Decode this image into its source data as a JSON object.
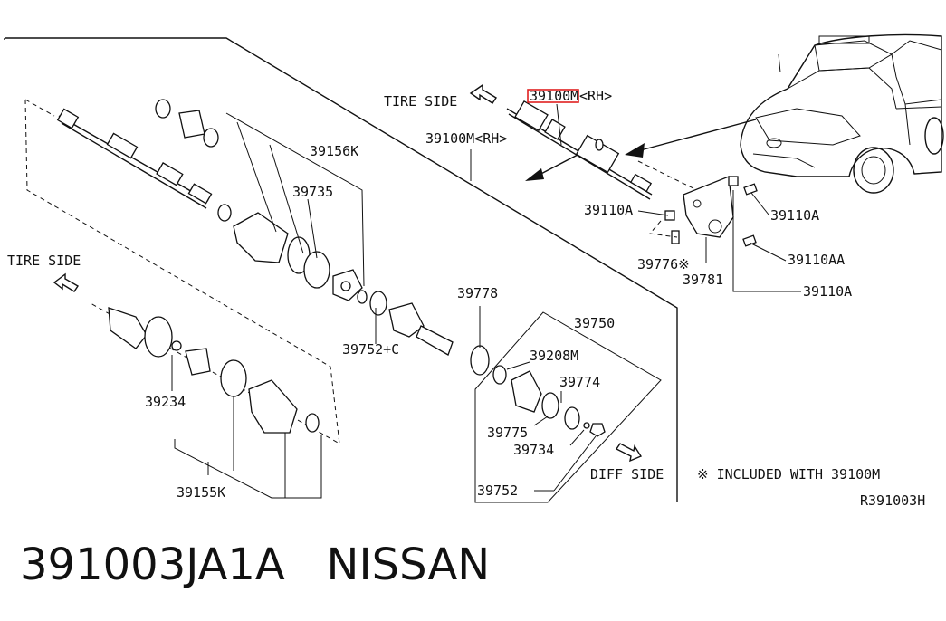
{
  "diagram": {
    "labels": {
      "tire_side_top": "TIRE SIDE",
      "tire_side_left": "TIRE SIDE",
      "diff_side": "DIFF SIDE",
      "p39100m_rh_highlight": "39100M",
      "p39100m_rh_highlight_suffix": "<RH>",
      "p39100m_rh": "39100M<RH>",
      "p39156k": "39156K",
      "p39735": "39735",
      "p39110a_1": "39110A",
      "p39110a_2": "39110A",
      "p39110a_3": "39110A",
      "p39110aa": "39110AA",
      "p39776": "39776※",
      "p39781": "39781",
      "p39778": "39778",
      "p39750": "39750",
      "p39752c": "39752+C",
      "p39208m": "39208M",
      "p39774": "39774",
      "p39775": "39775",
      "p39734": "39734",
      "p39752": "39752",
      "p39234": "39234",
      "p39155k": "39155K",
      "note": "※ INCLUDED WITH 39100M",
      "ref_code": "R391003H"
    },
    "highlight_color": "#e02020"
  },
  "footer": {
    "part_number": "391003JA1A",
    "brand": "NISSAN"
  }
}
